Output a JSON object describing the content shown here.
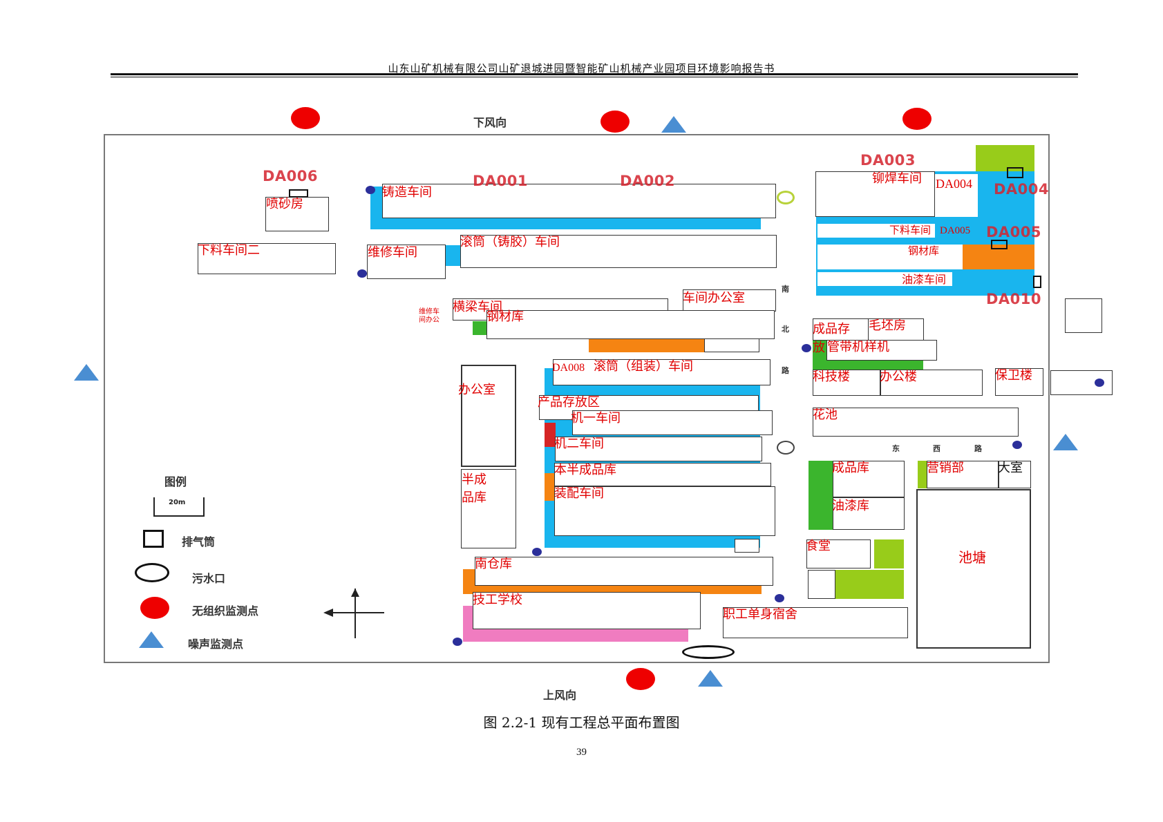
{
  "header": {
    "title": "山东山矿机械有限公司山矿退城进园暨智能矿山机械产业园项目环境影响报告书"
  },
  "figure": {
    "caption": "图 2.2-1 现有工程总平面布置图",
    "page_number": "39",
    "wind": {
      "top": "下风向",
      "bottom": "上风向"
    },
    "roads": {
      "north_south": [
        "南",
        "北",
        "路"
      ],
      "east_west": [
        "东",
        "西",
        "路"
      ]
    },
    "stacks": [
      "DA001",
      "DA002",
      "DA003",
      "DA004",
      "DA005",
      "DA006",
      "DA010"
    ],
    "stack_labels_overlay": {
      "da004": "DA004",
      "da005": "DA005",
      "da008": "DA008"
    },
    "buildings": {
      "penshafang": "喷砂房",
      "xialiao2": "下料车间二",
      "zhuzao": "铸造车间",
      "weixiu": "维修车间",
      "guntong_zhujiao": "滚筒（铸胶）车间",
      "weixiu_office": "维修车间办公",
      "hengliang": "横梁车间",
      "gangcaiku_mid": "钢材库",
      "chejian_office": "车间办公室",
      "guntong_zuzhuang": "滚筒（组装）车间",
      "bangongshi": "办公室",
      "chanpin_area": "产品存放区",
      "jiyi": "机一车间",
      "jier": "机二车间",
      "banchengpinku_main": "本半成品库",
      "zhuangpei": "装配车间",
      "banchengpinku": "半成品库",
      "nancangku": "南仓库",
      "jigong": "技工学校",
      "maohan": "铆焊车间",
      "xialiao": "下料车间",
      "gangcaiku_right": "钢材库",
      "youqi": "油漆车间",
      "chengpin_cun": "成品存放",
      "maopifang": "毛坯房",
      "guandai": "管带机样机",
      "keji": "科技楼",
      "bangonglou": "办公楼",
      "baowei": "保卫楼",
      "huachi": "花池",
      "chengpinku": "成品库",
      "youqiku": "油漆库",
      "yingxiao": "营销部",
      "dashi": "大室",
      "shitang": "食堂",
      "chitang": "池塘",
      "sushe": "职工单身宿舍"
    },
    "legend": {
      "title": "图例",
      "scale": "20m",
      "items": [
        {
          "symbol": "square",
          "label": "排气筒"
        },
        {
          "symbol": "ellipse",
          "label": "污水口"
        },
        {
          "symbol": "red-dot",
          "label": "无组织监测点"
        },
        {
          "symbol": "blue-triangle",
          "label": "噪声监测点"
        }
      ]
    },
    "colors": {
      "workshop_fill": "#19b5ee",
      "storage_fill": "#f58412",
      "green_area": "#3bb52d",
      "lime_area": "#98cc1a",
      "school_fill": "#f07cc0",
      "label_red": "#e00000",
      "monitor_red": "#ee0000",
      "noise_blue": "#4a8ed2"
    }
  }
}
